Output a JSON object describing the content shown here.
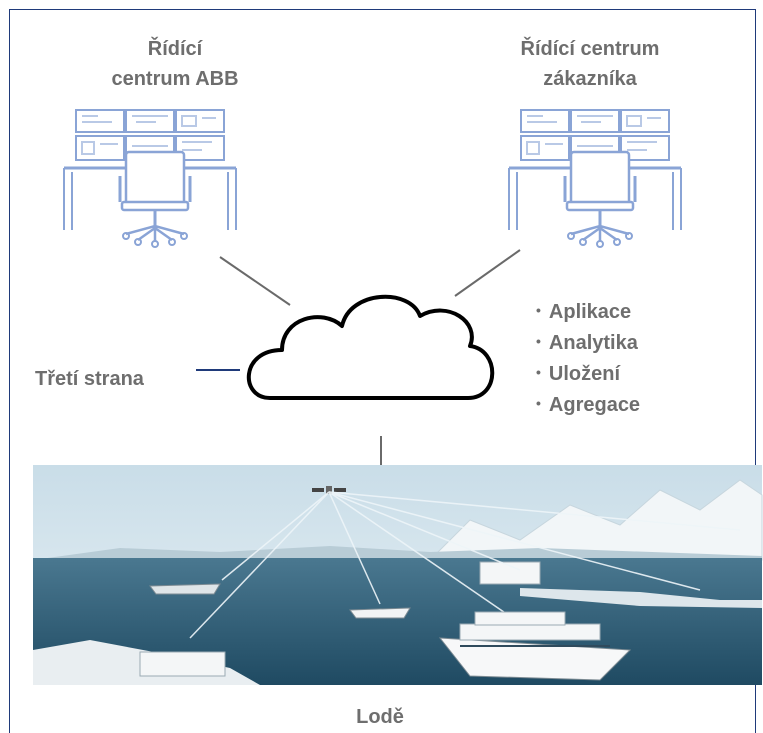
{
  "diagram": {
    "control_center_abb": {
      "line1": "Řídící",
      "line2": "centrum ABB"
    },
    "control_center_customer": {
      "line1": "Řídící centrum",
      "line2": "zákazníka"
    },
    "third_party": "Třetí strana",
    "cloud_functions": [
      "Aplikace",
      "Analytika",
      "Uložení",
      "Agregace"
    ],
    "bullet_glyph": "•",
    "ships": "Lodě",
    "colors": {
      "frame": "#1f3a7a",
      "text": "#6e6e6e",
      "workstation": "#8aa4d6",
      "connector": "#6a6a6a",
      "third_party_connector": "#1f3a7a",
      "sea": "#2f5f78",
      "sky": "#d6e6ee"
    },
    "icons": [
      "workstation-abb-icon",
      "workstation-customer-icon",
      "cloud-icon",
      "satellite-icon",
      "cruise-ship-icon"
    ]
  }
}
